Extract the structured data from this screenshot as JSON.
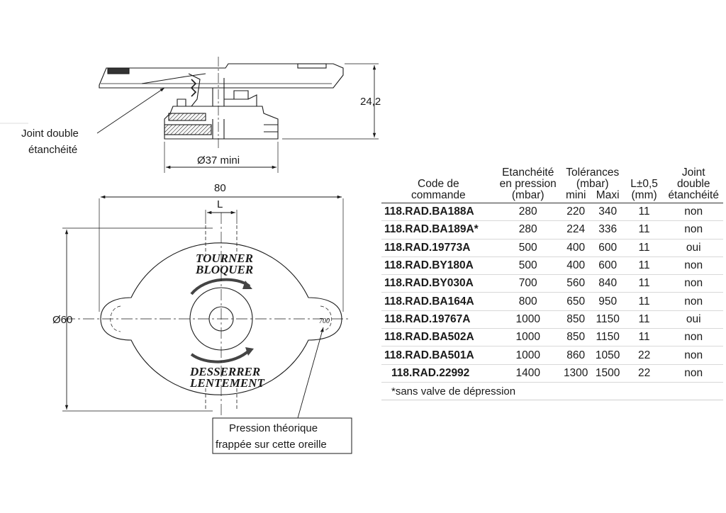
{
  "labels": {
    "joint_line1": "Joint double",
    "joint_line2": "étanchéité",
    "height_dim": "24,2",
    "inner_diameter": "Ø37 mini",
    "width_dim": "80",
    "l_dim": "L",
    "outer_diameter": "Ø60",
    "cap_text_top_1": "TOURNER",
    "cap_text_top_2": "BLOQUER",
    "cap_text_bottom_1": "DESSERRER",
    "cap_text_bottom_2": "LENTEMENT",
    "ear_stamp": "700",
    "callout_line1": "Pression théorique",
    "callout_line2": "frappée sur cette oreille"
  },
  "table": {
    "headers": {
      "code": [
        "Code de",
        "commande"
      ],
      "pressure": [
        "Etanchéité",
        "en pression",
        "(mbar)"
      ],
      "tolerance": [
        "Tolérances",
        "(mbar)"
      ],
      "tol_min": "mini",
      "tol_max": "Maxi",
      "length": [
        "L±0,5",
        "(mm)"
      ],
      "joint": [
        "Joint",
        "double",
        "étanchéité"
      ]
    },
    "rows": [
      {
        "code": "118.RAD.BA188A",
        "pressure": "280",
        "min": "220",
        "max": "340",
        "l": "11",
        "joint": "non"
      },
      {
        "code": "118.RAD.BA189A*",
        "pressure": "280",
        "min": "224",
        "max": "336",
        "l": "11",
        "joint": "non"
      },
      {
        "code": "118.RAD.19773A",
        "pressure": "500",
        "min": "400",
        "max": "600",
        "l": "11",
        "joint": "oui"
      },
      {
        "code": "118.RAD.BY180A",
        "pressure": "500",
        "min": "400",
        "max": "600",
        "l": "11",
        "joint": "non"
      },
      {
        "code": "118.RAD.BY030A",
        "pressure": "700",
        "min": "560",
        "max": "840",
        "l": "11",
        "joint": "non"
      },
      {
        "code": "118.RAD.BA164A",
        "pressure": "800",
        "min": "650",
        "max": "950",
        "l": "11",
        "joint": "non"
      },
      {
        "code": "118.RAD.19767A",
        "pressure": "1000",
        "min": "850",
        "max": "1150",
        "l": "11",
        "joint": "oui"
      },
      {
        "code": "118.RAD.BA502A",
        "pressure": "1000",
        "min": "850",
        "max": "1150",
        "l": "11",
        "joint": "non"
      },
      {
        "code": "118.RAD.BA501A",
        "pressure": "1000",
        "min": "860",
        "max": "1050",
        "l": "22",
        "joint": "non"
      },
      {
        "code": "118.RAD.22992",
        "pressure": "1400",
        "min": "1300",
        "max": "1500",
        "l": "22",
        "joint": "non"
      }
    ],
    "footnote": "*sans valve de dépression"
  }
}
